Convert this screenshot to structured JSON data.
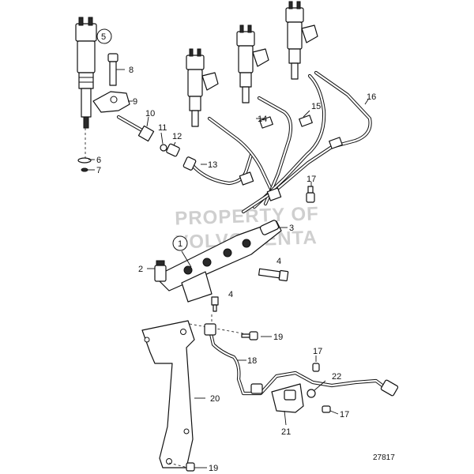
{
  "watermark": {
    "line1": "PROPERTY OF",
    "line2": "VOLVO PENTA"
  },
  "figure_number": "27817",
  "callouts": {
    "c1": "1",
    "c2": "2",
    "c3": "3",
    "c4a": "4",
    "c4b": "4",
    "c5": "5",
    "c6": "6",
    "c7": "7",
    "c8": "8",
    "c9": "9",
    "c10": "10",
    "c11": "11",
    "c12": "12",
    "c13": "13",
    "c14": "14",
    "c15": "15",
    "c16": "16",
    "c17a": "17",
    "c17b": "17",
    "c17c": "17",
    "c18": "18",
    "c19a": "19",
    "c19b": "19",
    "c20": "20",
    "c21": "21",
    "c22": "22"
  },
  "colors": {
    "line": "#111111",
    "watermark": "#cfcfcf",
    "background": "#ffffff"
  }
}
